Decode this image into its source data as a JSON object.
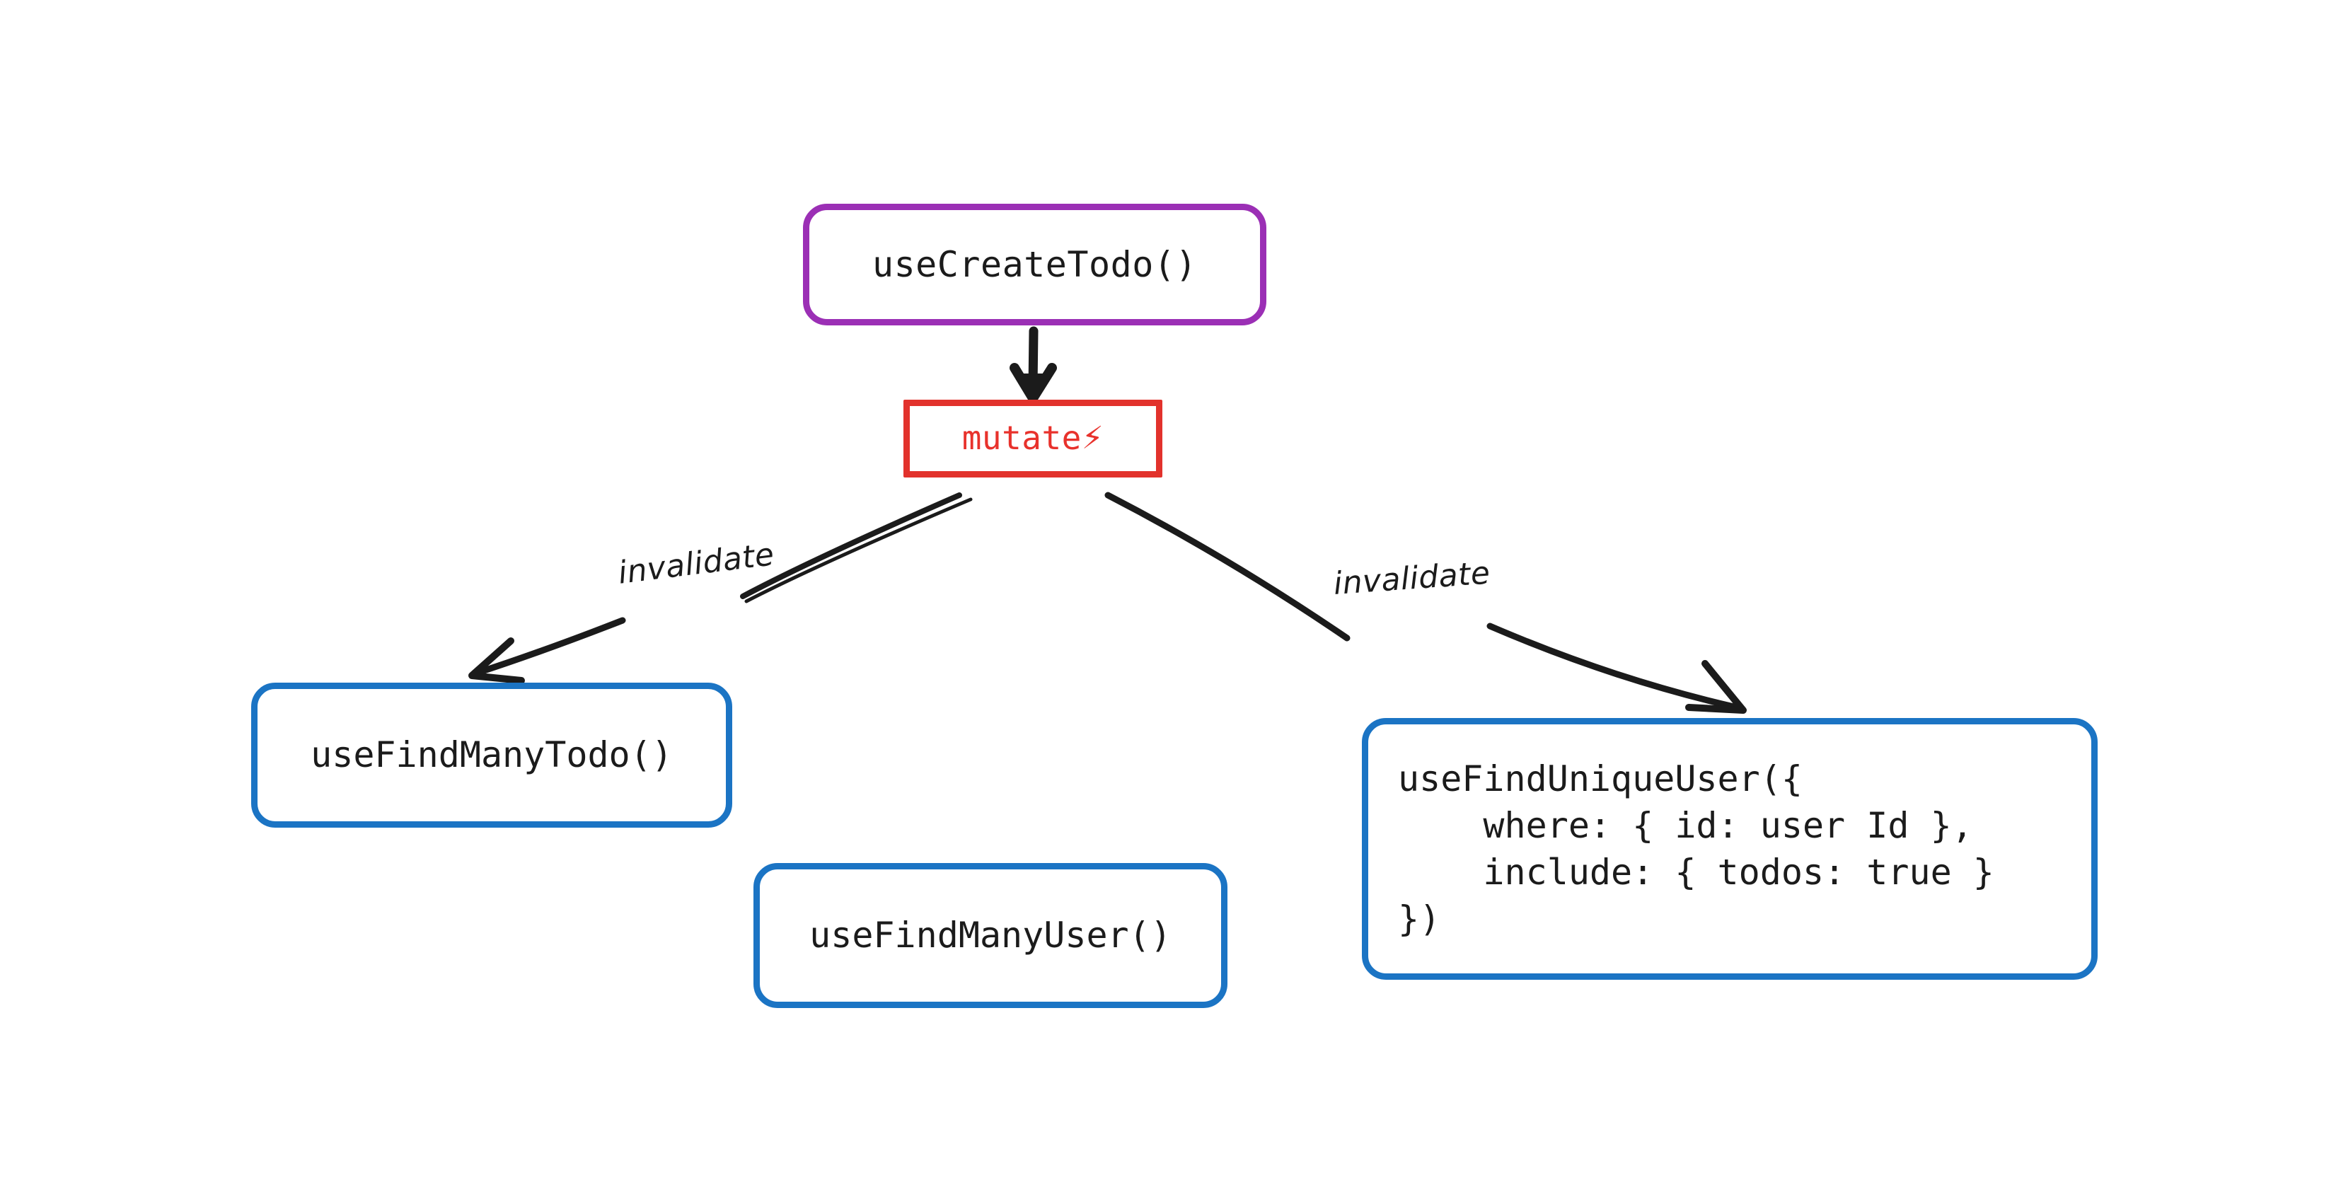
{
  "diagram": {
    "type": "flow-diagram",
    "background": "#ffffff",
    "nodes": [
      {
        "id": "use-create-todo",
        "label": "useCreateTodo()",
        "shape": "rounded-rectangle",
        "border_color": "#9b2fb5",
        "text_color": "#1b1b1b"
      },
      {
        "id": "mutate",
        "label": "mutate",
        "icon": "high-voltage-icon",
        "icon_glyph": "⚡",
        "shape": "rectangle",
        "border_color": "#e2322c",
        "text_color": "#e8322c"
      },
      {
        "id": "use-find-many-todo",
        "label": "useFindManyTodo()",
        "shape": "rounded-rectangle",
        "border_color": "#1b74c4",
        "text_color": "#1b1b1b"
      },
      {
        "id": "use-find-many-user",
        "label": "useFindManyUser()",
        "shape": "rounded-rectangle",
        "border_color": "#1b74c4",
        "text_color": "#1b1b1b"
      },
      {
        "id": "use-find-unique-user",
        "label": "useFindUniqueUser({\n    where: { id: user Id },\n    include: { todos: true }\n})",
        "shape": "rounded-rectangle",
        "border_color": "#1b74c4",
        "text_color": "#1b1b1b"
      }
    ],
    "edges": [
      {
        "id": "create-to-mutate",
        "from": "use-create-todo",
        "to": "mutate",
        "label": "",
        "color": "#1b1b1b"
      },
      {
        "id": "mutate-to-find-many-todo",
        "from": "mutate",
        "to": "use-find-many-todo",
        "label": "invalidate",
        "color": "#1b1b1b"
      },
      {
        "id": "mutate-to-find-unique-user",
        "from": "mutate",
        "to": "use-find-unique-user",
        "label": "invalidate",
        "color": "#1b1b1b"
      }
    ]
  }
}
